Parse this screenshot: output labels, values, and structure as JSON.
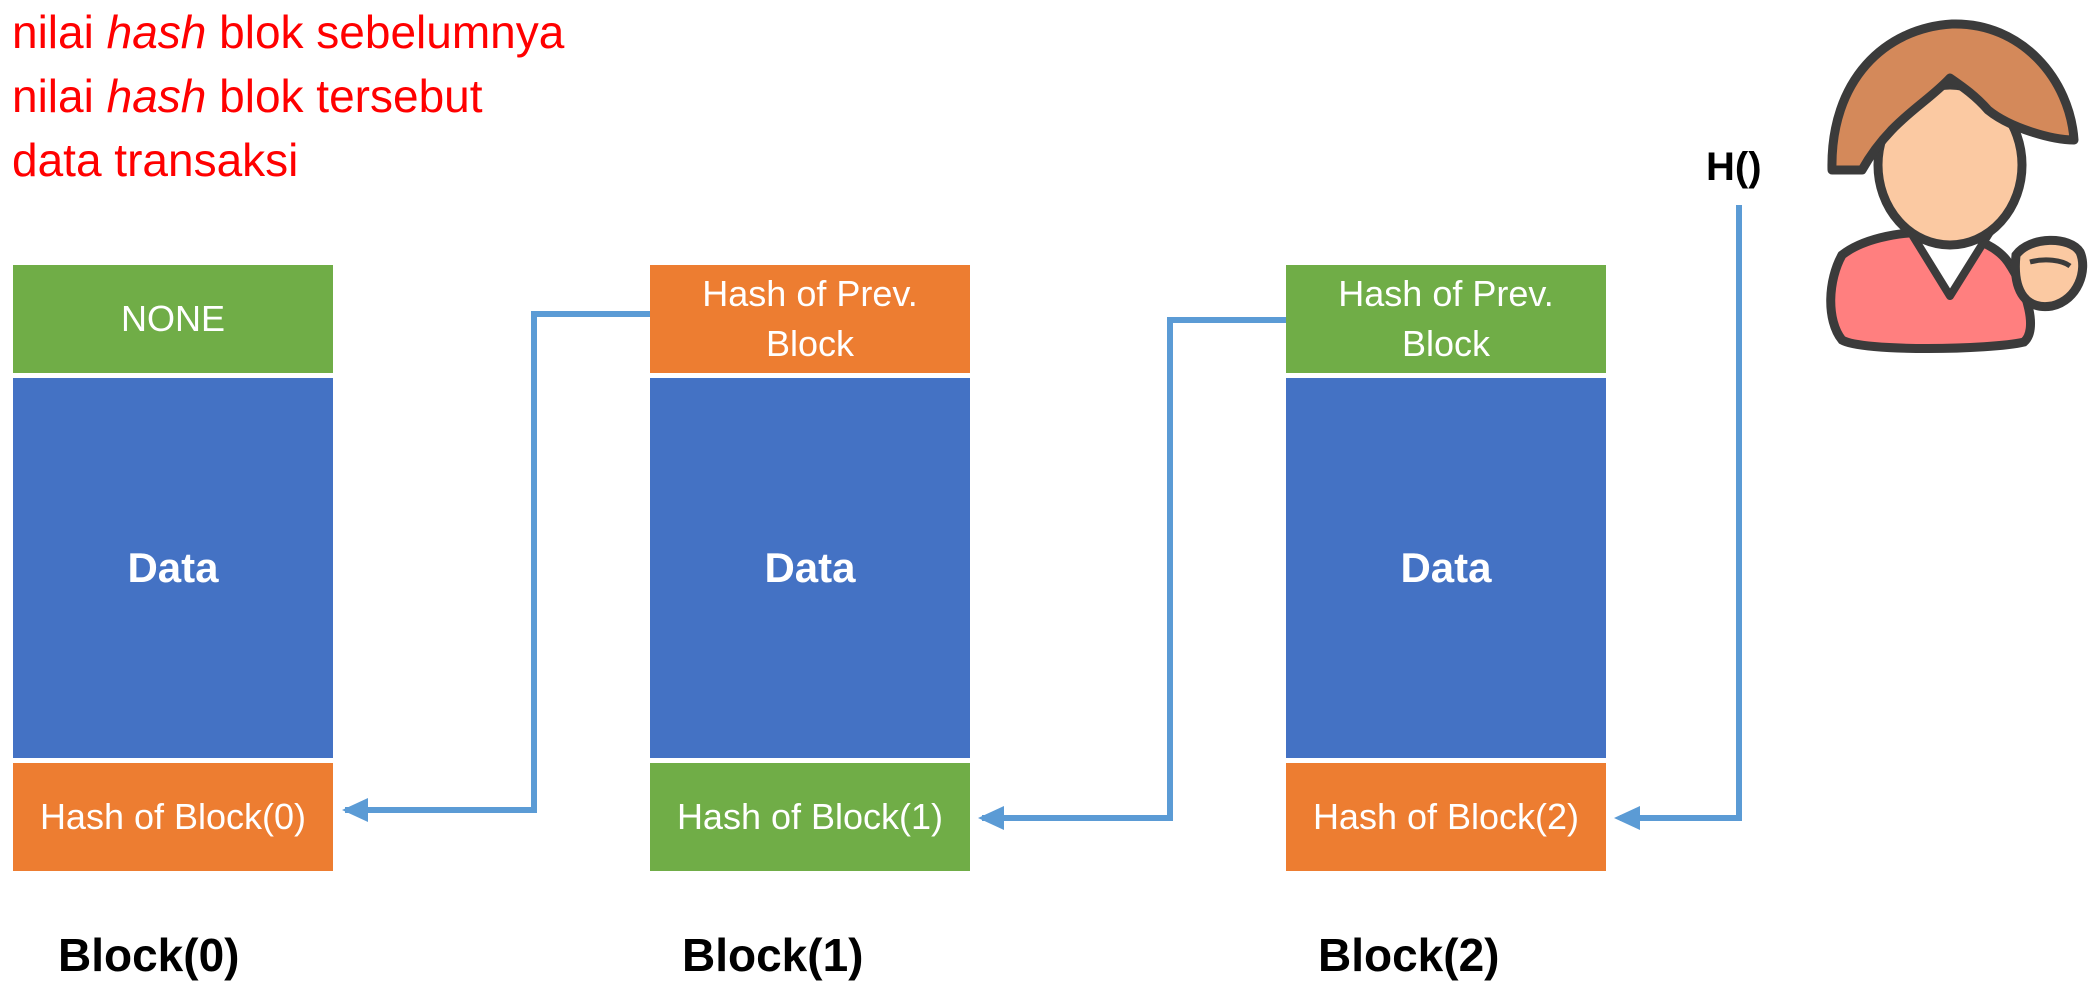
{
  "legend": {
    "line1": {
      "prefix": "nilai ",
      "em": "hash",
      "suffix": " blok sebelumnya"
    },
    "line2": {
      "prefix": "nilai ",
      "em": "hash",
      "suffix": " blok tersebut"
    },
    "line3": "data transaksi"
  },
  "hash_function_label": "H()",
  "colors": {
    "green": "#70ad47",
    "orange": "#ed7d31",
    "blue": "#4472c4",
    "arrow": "#5b9bd5",
    "legend_text": "#ff0000"
  },
  "blocks": [
    {
      "prev_hash": "NONE",
      "data": "Data",
      "hash": "Hash of Block(0)",
      "label": "Block(0)"
    },
    {
      "prev_hash_line1": "Hash of Prev.",
      "prev_hash_line2": "Block",
      "data": "Data",
      "hash": "Hash of Block(1)",
      "label": "Block(1)"
    },
    {
      "prev_hash_line1": "Hash of Prev.",
      "prev_hash_line2": "Block",
      "data": "Data",
      "hash": "Hash of Block(2)",
      "label": "Block(2)"
    }
  ],
  "icons": {
    "person": "person-icon"
  }
}
